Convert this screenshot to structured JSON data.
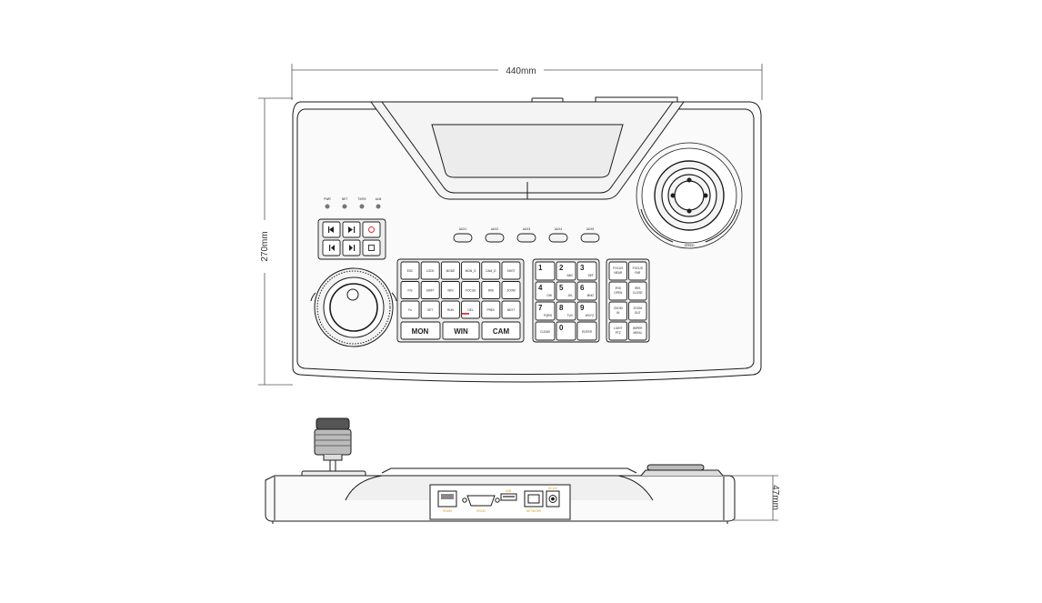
{
  "dimensions": {
    "width": "440mm",
    "height": "270mm",
    "depth": "47mm"
  },
  "indicators": [
    "PWR",
    "NET",
    "TX/RX",
    "ALM"
  ],
  "aux_buttons": [
    "AUX1",
    "AUX2",
    "AUX3",
    "AUX4",
    "AUX5"
  ],
  "function_keys": [
    [
      "ESC",
      "LOCK",
      "MODE",
      "MON_G",
      "CAM_G",
      "SHOT"
    ],
    [
      "F/S",
      "SHIFT",
      "WIN",
      "FOCUS",
      "IRIS",
      "ZOOM"
    ],
    [
      "Fn",
      "SET",
      "RUN",
      "DEL",
      "PREV",
      "NEXT"
    ]
  ],
  "large_keys": [
    "MON",
    "WIN",
    "CAM"
  ],
  "numpad": [
    {
      "num": "1",
      "sub": ""
    },
    {
      "num": "2",
      "sub": "ABC"
    },
    {
      "num": "3",
      "sub": "DEF"
    },
    {
      "num": "4",
      "sub": "GHI"
    },
    {
      "num": "5",
      "sub": "JKL"
    },
    {
      "num": "6",
      "sub": "MNO"
    },
    {
      "num": "7",
      "sub": "PQRS"
    },
    {
      "num": "8",
      "sub": "TUV"
    },
    {
      "num": "9",
      "sub": "WXYZ"
    },
    {
      "num": "",
      "sub": "CLEAR"
    },
    {
      "num": "0",
      "sub": ""
    },
    {
      "num": "",
      "sub": "ENTER"
    }
  ],
  "ptz_keys": [
    [
      "FOCUS NEAR",
      "FOCUS FAR"
    ],
    [
      "IRIS OPEN",
      "IRIS CLOSE"
    ],
    [
      "ZOOM IN",
      "ZOOM OUT"
    ],
    [
      "LIGHT PTZ",
      "WIPER MENU"
    ]
  ],
  "joystick_label": "SPEED",
  "rear_ports": [
    "RS485",
    "RS232",
    "USB",
    "NETWORK",
    "DC12V"
  ],
  "colors": {
    "line": "#1a1a1a",
    "panel": "#f4f4f4",
    "port_label": "#d4a017",
    "record": "#e03030"
  },
  "icons": [
    "rewind-icon",
    "play-pause-icon",
    "record-icon",
    "skip-back-icon",
    "skip-forward-icon",
    "stop-icon"
  ]
}
